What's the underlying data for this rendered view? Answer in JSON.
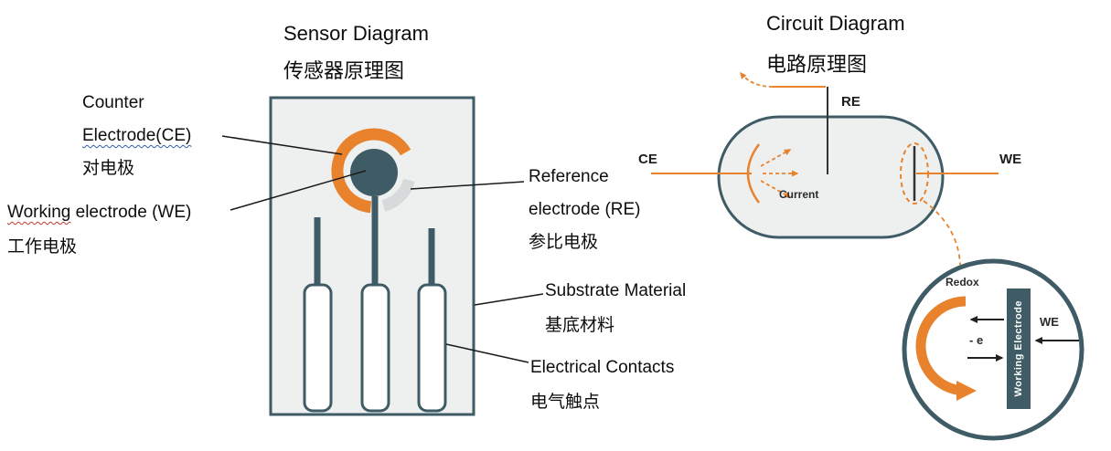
{
  "sensor_diagram": {
    "title_en": "Sensor Diagram",
    "title_zh": "传感器原理图",
    "counter": {
      "line1_en": "Counter",
      "line2_en": "Electrode(CE)",
      "zh": "对电极"
    },
    "working": {
      "word1_en": "Working",
      "rest_en": " electrode (WE)",
      "zh": "工作电极"
    },
    "reference": {
      "line1_en": "Reference",
      "line2_en": "electrode (RE)",
      "zh": "参比电极"
    },
    "substrate": {
      "en": "Substrate Material",
      "zh": "基底材料"
    },
    "contacts": {
      "en": "Electrical Contacts",
      "zh": "电气触点"
    }
  },
  "circuit_diagram": {
    "title_en": "Circuit Diagram",
    "title_zh": "电路原理图",
    "terminals": {
      "ce": "CE",
      "re": "RE",
      "we": "WE"
    },
    "current_label": "Current",
    "zoom_detail": {
      "redox": "Redox",
      "electron_transfer": "- e",
      "we": "WE",
      "working_electrode_bar": "Working Electrode"
    }
  },
  "colors": {
    "teal": "#3e5b66",
    "orange": "#e8822d",
    "panel_gray": "#eef0ef",
    "reference_arc_gray": "#d7dada"
  }
}
